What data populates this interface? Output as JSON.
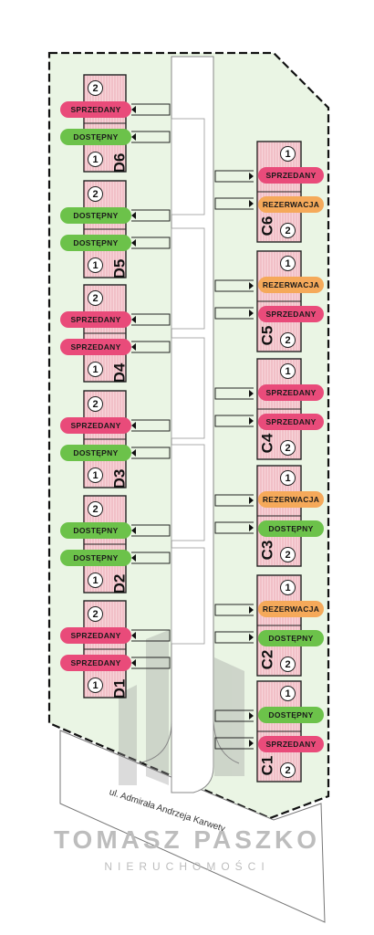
{
  "street_name": "ul. Admirała Andrzeja Karwety",
  "brand": {
    "name": "TOMASZ PASZKO",
    "subtitle": "NIERUCHOMOŚCI"
  },
  "colors": {
    "sold": "#e94b7a",
    "available": "#6cc24a",
    "reserved": "#f5a95a",
    "lawn": "#eaf5e4",
    "plot_fill": "#f4c9cf"
  },
  "legend_status": {
    "sold": "SPRZEDANY",
    "available": "DOSTĘPNY",
    "reserved": "REZERWACJA"
  },
  "left_plots": [
    {
      "id": "D6",
      "unit_top": "2",
      "unit_bottom": "1",
      "top_status": "SPRZEDANY",
      "bottom_status": "DOSTĘPNY"
    },
    {
      "id": "D5",
      "unit_top": "2",
      "unit_bottom": "1",
      "top_status": "DOSTĘPNY",
      "bottom_status": "DOSTĘPNY"
    },
    {
      "id": "D4",
      "unit_top": "2",
      "unit_bottom": "1",
      "top_status": "SPRZEDANY",
      "bottom_status": "SPRZEDANY"
    },
    {
      "id": "D3",
      "unit_top": "2",
      "unit_bottom": "1",
      "top_status": "SPRZEDANY",
      "bottom_status": "DOSTĘPNY"
    },
    {
      "id": "D2",
      "unit_top": "2",
      "unit_bottom": "1",
      "top_status": "DOSTĘPNY",
      "bottom_status": "DOSTĘPNY"
    },
    {
      "id": "D1",
      "unit_top": "2",
      "unit_bottom": "1",
      "top_status": "SPRZEDANY",
      "bottom_status": "SPRZEDANY"
    }
  ],
  "right_plots": [
    {
      "id": "C6",
      "unit_top": "1",
      "unit_bottom": "2",
      "top_status": "SPRZEDANY",
      "bottom_status": "REZERWACJA"
    },
    {
      "id": "C5",
      "unit_top": "1",
      "unit_bottom": "2",
      "top_status": "REZERWACJA",
      "bottom_status": "SPRZEDANY"
    },
    {
      "id": "C4",
      "unit_top": "1",
      "unit_bottom": "2",
      "top_status": "SPRZEDANY",
      "bottom_status": "SPRZEDANY"
    },
    {
      "id": "C3",
      "unit_top": "1",
      "unit_bottom": "2",
      "top_status": "REZERWACJA",
      "bottom_status": "DOSTĘPNY"
    },
    {
      "id": "C2",
      "unit_top": "1",
      "unit_bottom": "2",
      "top_status": "REZERWACJA",
      "bottom_status": "DOSTĘPNY"
    },
    {
      "id": "C1",
      "unit_top": "1",
      "unit_bottom": "2",
      "top_status": "DOSTĘPNY",
      "bottom_status": "SPRZEDANY"
    }
  ]
}
